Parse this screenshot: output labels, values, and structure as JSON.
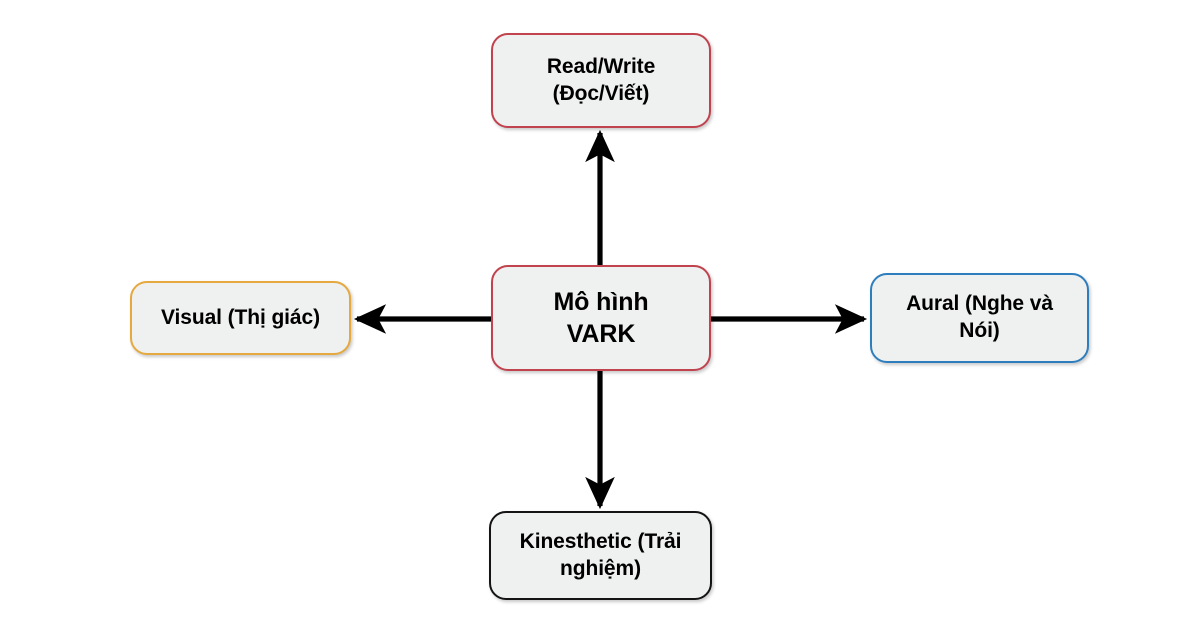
{
  "diagram": {
    "type": "radial-hub-and-spoke",
    "title": "Mô hình VARK",
    "background_color": "#ffffff",
    "node_fill_color": "#eff0f0",
    "arrow_color": "#000000",
    "center": {
      "id": "center",
      "label": "Mô hình\nVARK",
      "border_color": "#c0434f"
    },
    "nodes": [
      {
        "id": "readwrite",
        "label": "Read/Write\n(Đọc/Viết)",
        "border_color": "#c0434f",
        "position": "top"
      },
      {
        "id": "visual",
        "label": "Visual (Thị giác)",
        "border_color": "#e5a93f",
        "position": "left"
      },
      {
        "id": "aural",
        "label": "Aural (Nghe và\nNói)",
        "border_color": "#2e7ebe",
        "position": "right"
      },
      {
        "id": "kinesthetic",
        "label": "Kinesthetic (Trải\nnghiệm)",
        "border_color": "#141414",
        "position": "bottom"
      }
    ],
    "connectors": [
      {
        "id": "center-to-readwrite",
        "from": "center",
        "to": "readwrite",
        "direction": "up",
        "style": "solid-arrow"
      },
      {
        "id": "center-to-visual",
        "from": "center",
        "to": "visual",
        "direction": "left",
        "style": "solid-arrow"
      },
      {
        "id": "center-to-aural",
        "from": "center",
        "to": "aural",
        "direction": "right",
        "style": "solid-arrow"
      },
      {
        "id": "center-to-kinesthetic",
        "from": "center",
        "to": "kinesthetic",
        "direction": "down",
        "style": "solid-arrow"
      }
    ]
  }
}
